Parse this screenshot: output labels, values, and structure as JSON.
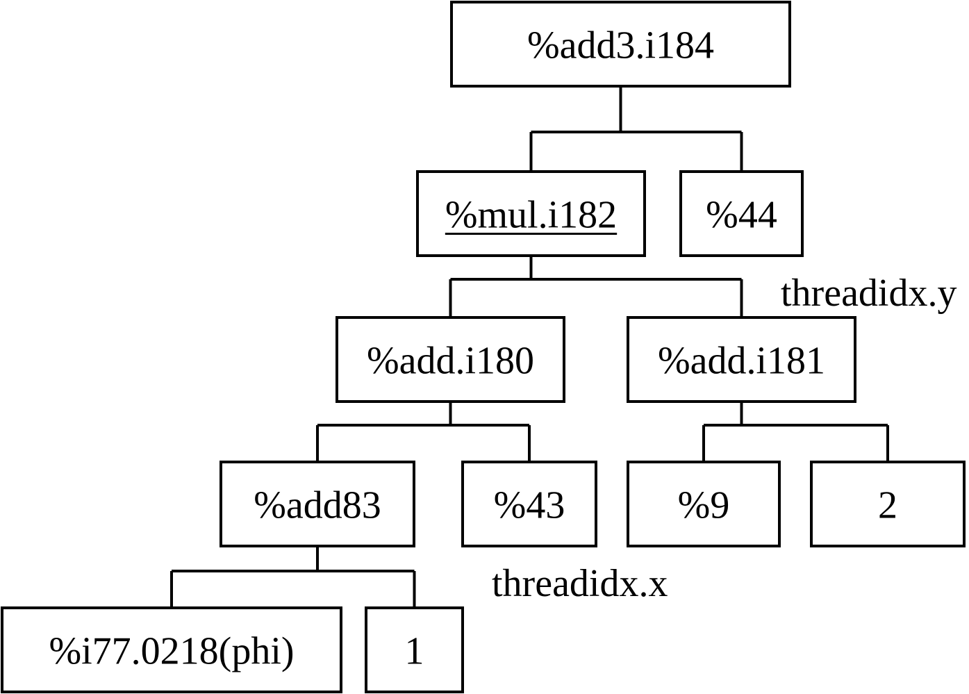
{
  "diagram": {
    "nodes": [
      {
        "id": "add3_i184",
        "label": "%add3.i184",
        "underlined": false
      },
      {
        "id": "mul_i182",
        "label": "%mul.i182",
        "underlined": true
      },
      {
        "id": "v44",
        "label": "%44",
        "underlined": false
      },
      {
        "id": "add_i180",
        "label": "%add.i180",
        "underlined": false
      },
      {
        "id": "add_i181",
        "label": "%add.i181",
        "underlined": false
      },
      {
        "id": "add83",
        "label": "%add83",
        "underlined": false
      },
      {
        "id": "v43",
        "label": "%43",
        "underlined": false
      },
      {
        "id": "v9",
        "label": "%9",
        "underlined": false
      },
      {
        "id": "c2",
        "label": "2",
        "underlined": false
      },
      {
        "id": "i77_phi",
        "label": "%i77.0218(phi)",
        "underlined": false
      },
      {
        "id": "c1",
        "label": "1",
        "underlined": false
      }
    ],
    "edges": [
      {
        "from": "add3_i184",
        "to": [
          "mul_i182",
          "v44"
        ]
      },
      {
        "from": "mul_i182",
        "to": [
          "add_i180",
          "add_i181"
        ]
      },
      {
        "from": "add_i180",
        "to": [
          "add83",
          "v43"
        ]
      },
      {
        "from": "add_i181",
        "to": [
          "v9",
          "c2"
        ]
      },
      {
        "from": "add83",
        "to": [
          "i77_phi",
          "c1"
        ]
      }
    ],
    "annotations": {
      "threadidx_y": "threadidx.y",
      "threadidx_x": "threadidx.x"
    }
  }
}
